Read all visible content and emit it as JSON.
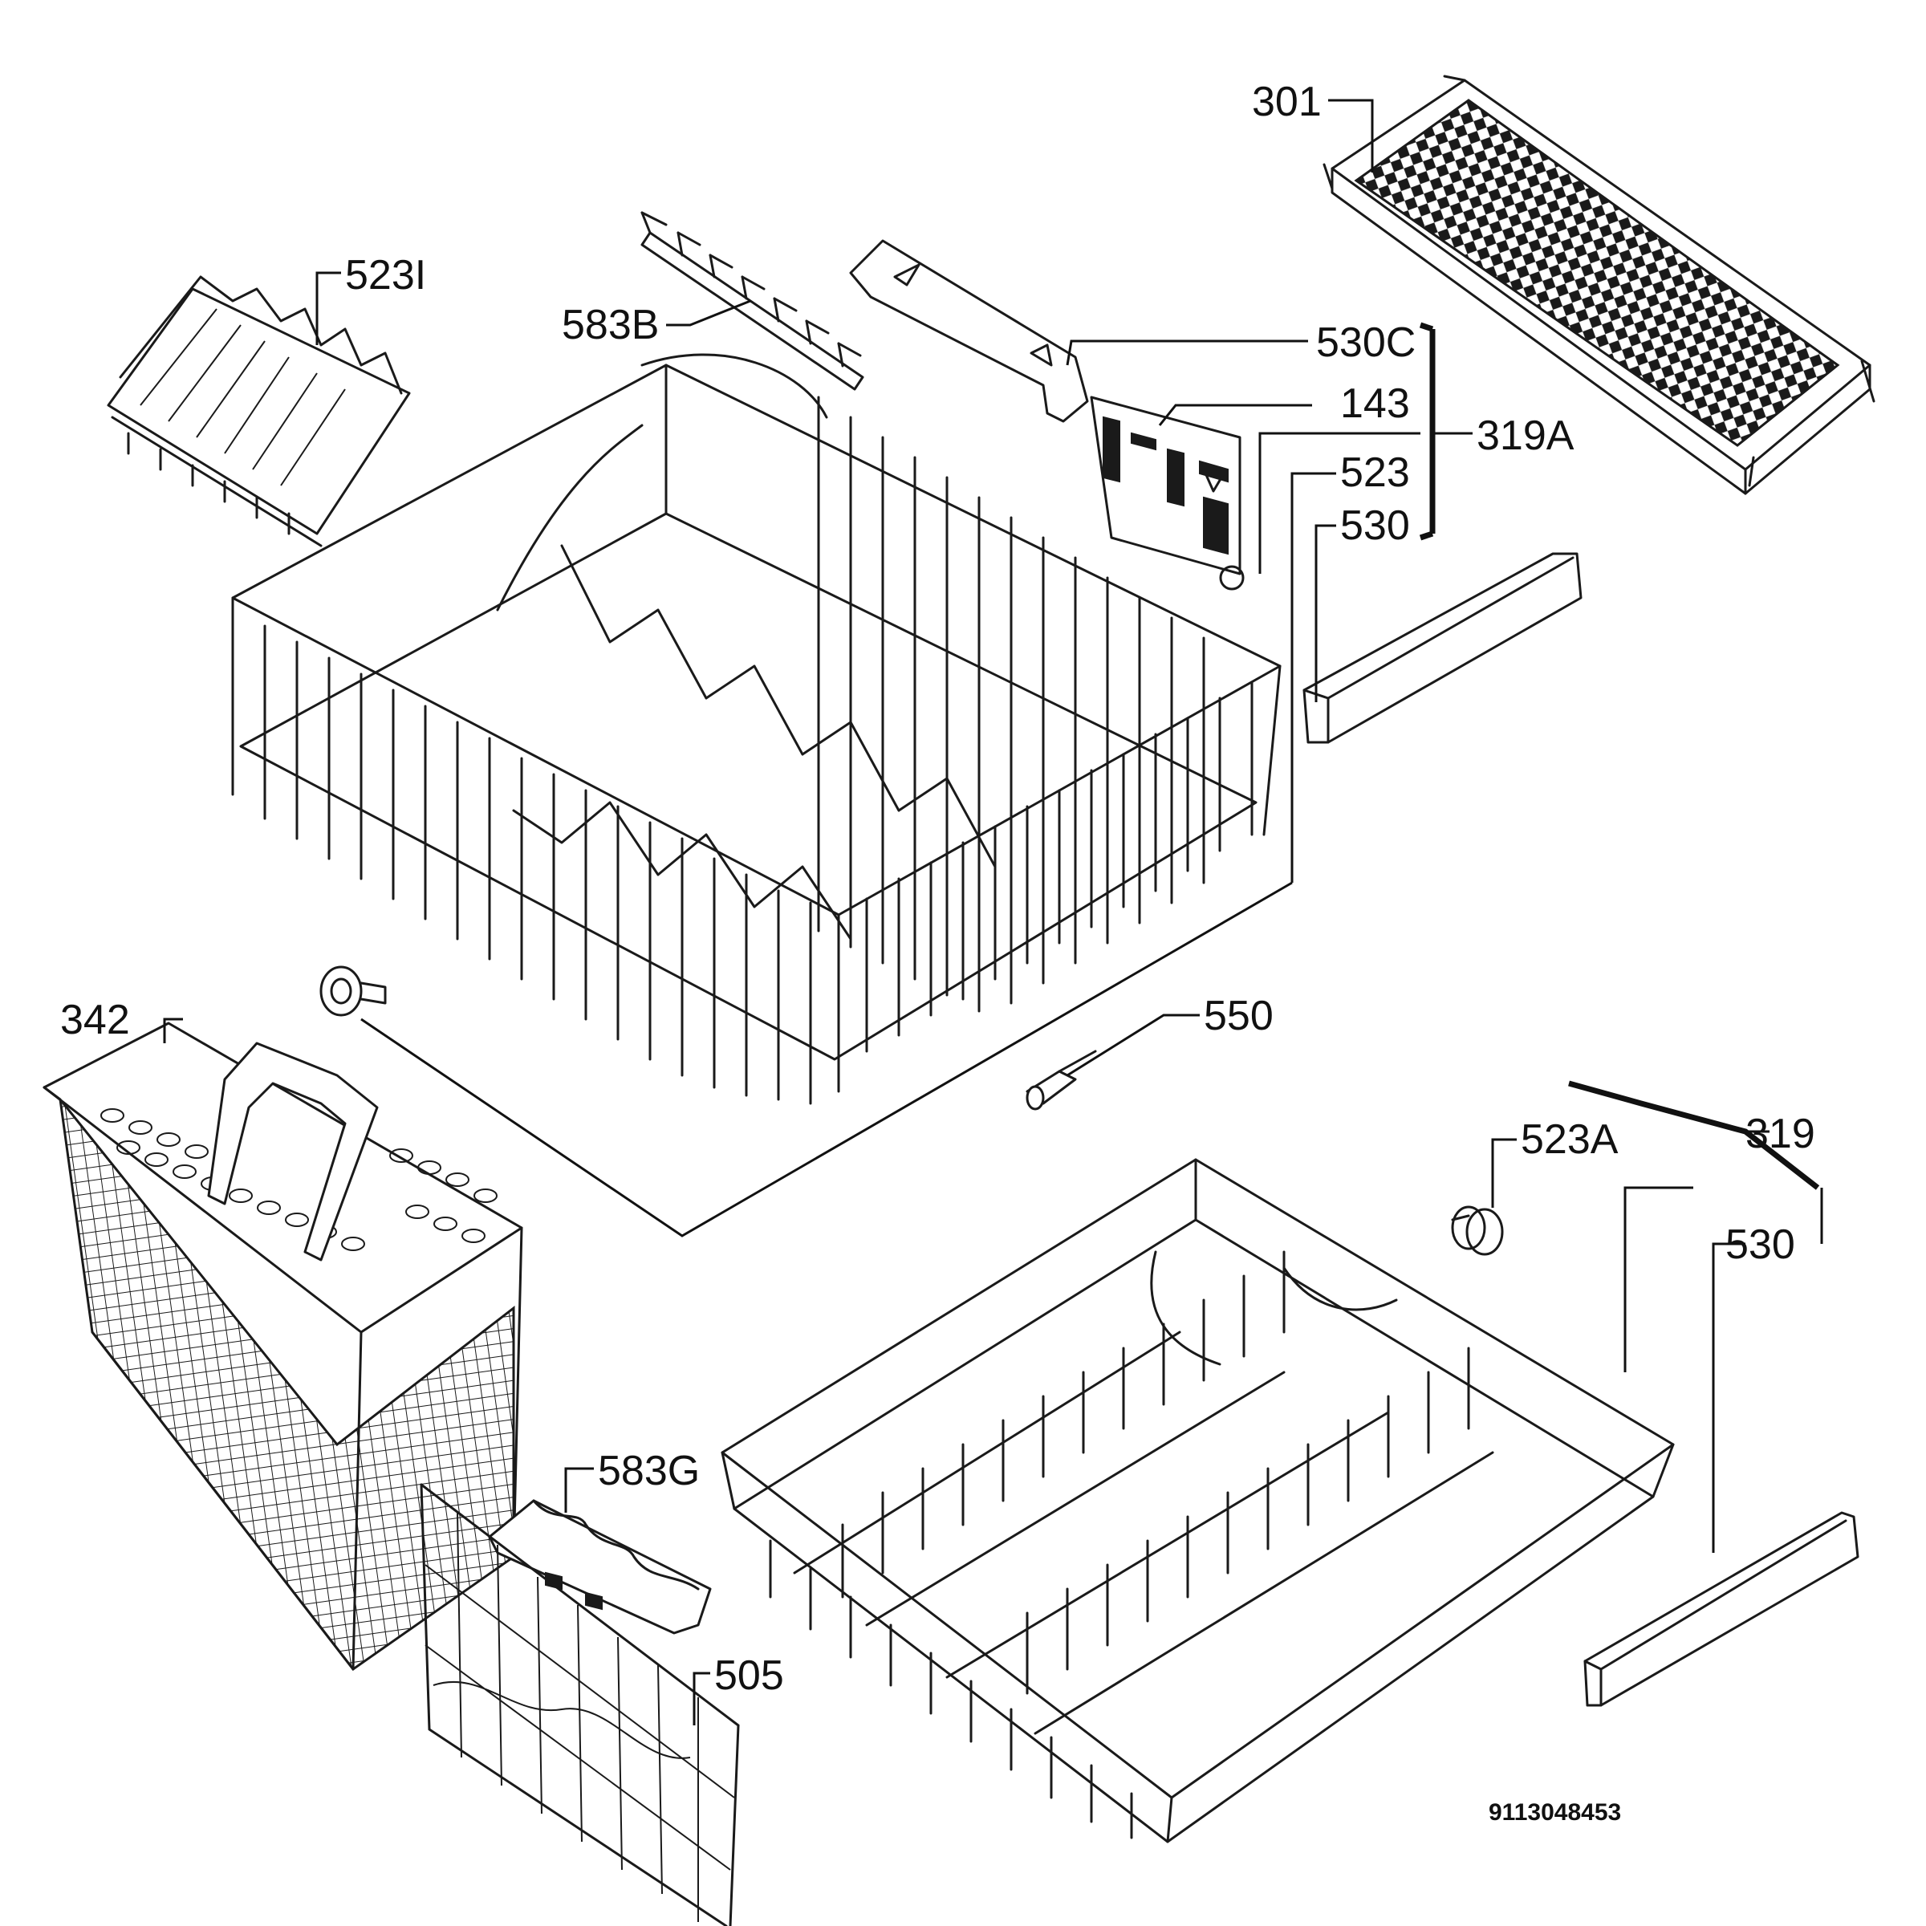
{
  "labels": {
    "l301": "301",
    "l523i": "523I",
    "l583b": "583B",
    "l530c": "530C",
    "l143": "143",
    "l319a": "319A",
    "l523": "523",
    "l530_top": "530",
    "l342": "342",
    "l550": "550",
    "l523a": "523A",
    "l319": "319",
    "l530_bottom": "530",
    "l583g": "583G",
    "l505": "505"
  },
  "document_number": "9113048453"
}
